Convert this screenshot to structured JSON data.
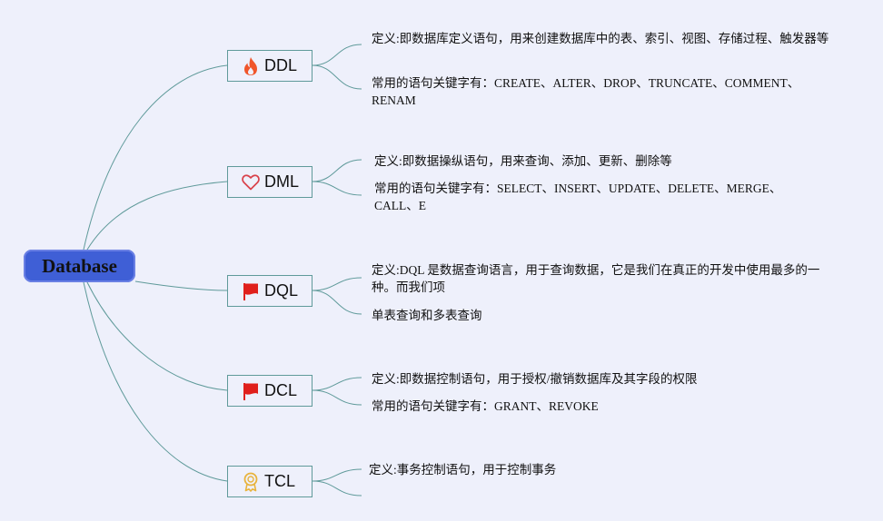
{
  "root": {
    "label": "Database"
  },
  "branches": [
    {
      "label": "DDL",
      "icon": "fire-icon",
      "items": [
        "定义:即数据库定义语句，用来创建数据库中的表、索引、视图、存储过程、触发器等",
        "常用的语句关键字有：CREATE、ALTER、DROP、TRUNCATE、COMMENT、RENAM"
      ]
    },
    {
      "label": "DML",
      "icon": "heart-icon",
      "items": [
        "定义:即数据操纵语句，用来查询、添加、更新、删除等",
        "常用的语句关键字有：SELECT、INSERT、UPDATE、DELETE、MERGE、CALL、E"
      ]
    },
    {
      "label": "DQL",
      "icon": "red-flag-icon",
      "items": [
        "定义:DQL 是数据查询语言，用于查询数据，它是我们在真正的开发中使用最多的一种。而我们项",
        "单表查询和多表查询"
      ]
    },
    {
      "label": "DCL",
      "icon": "red-flag-icon",
      "items": [
        "定义:即数据控制语句，用于授权/撤销数据库及其字段的权限",
        "常用的语句关键字有：GRANT、REVOKE"
      ]
    },
    {
      "label": "TCL",
      "icon": "award-icon",
      "items": [
        "定义:事务控制语句，用于控制事务",
        ""
      ]
    }
  ],
  "colors": {
    "background": "#eef0fb",
    "root_fill": "#3f5fd6",
    "connector": "#5f9a9a",
    "fire": "#f0552a",
    "heart": "#d9414a",
    "flag": "#e0201c",
    "award": "#e8b33c"
  }
}
